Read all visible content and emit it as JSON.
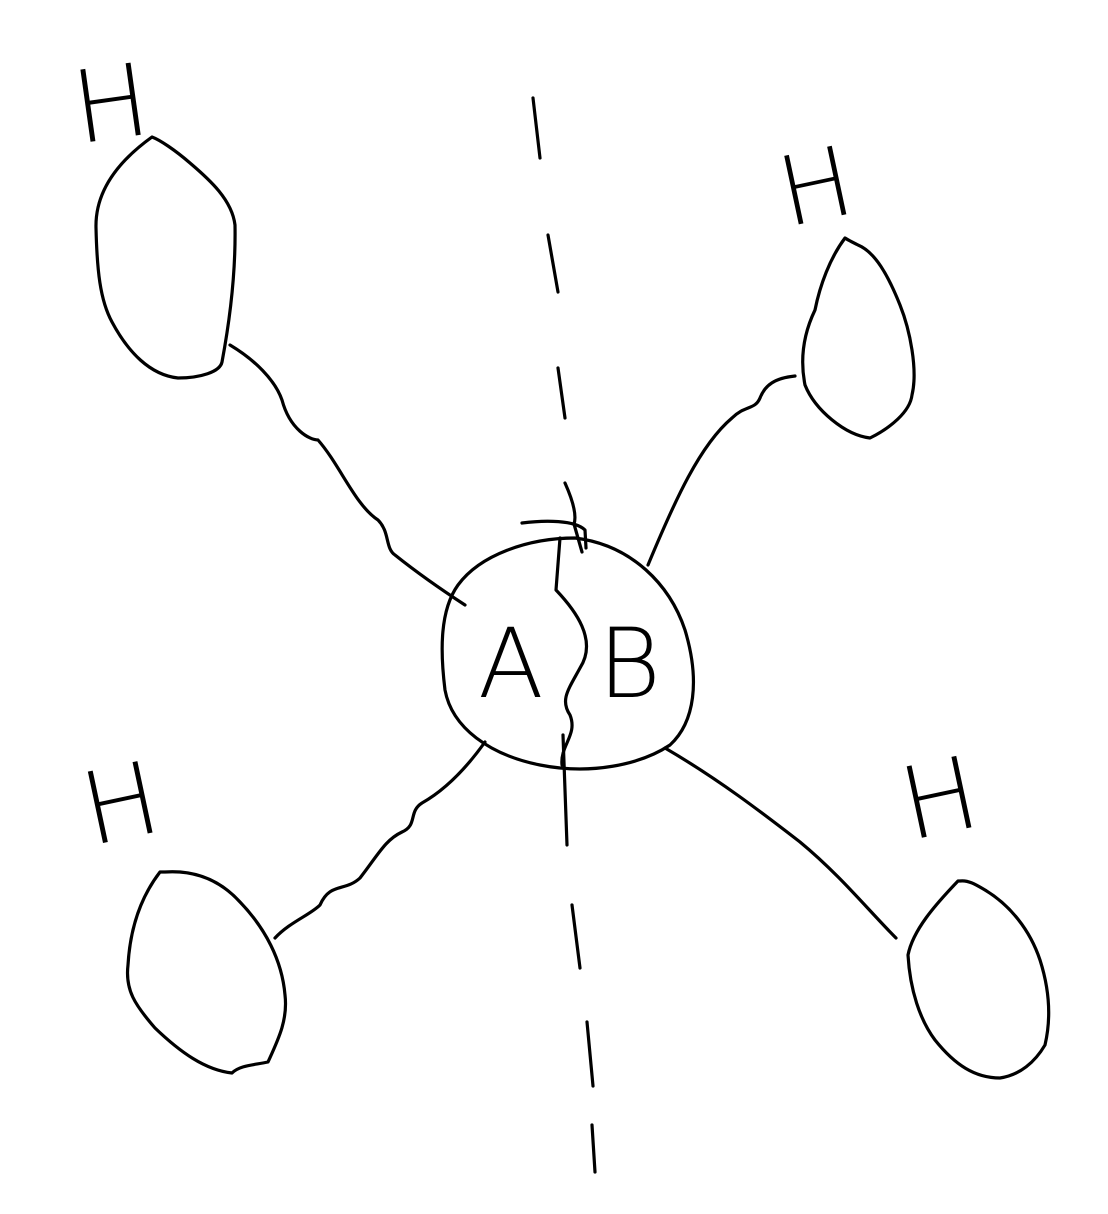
{
  "diagram": {
    "core": {
      "left_label": "A",
      "right_label": "B"
    },
    "hydrogens": [
      {
        "id": "top-left",
        "label": "H"
      },
      {
        "id": "top-right",
        "label": "H"
      },
      {
        "id": "bottom-left",
        "label": "H"
      },
      {
        "id": "bottom-right",
        "label": "H"
      }
    ],
    "colors": {
      "ink": "#000000",
      "background": "#ffffff"
    }
  }
}
